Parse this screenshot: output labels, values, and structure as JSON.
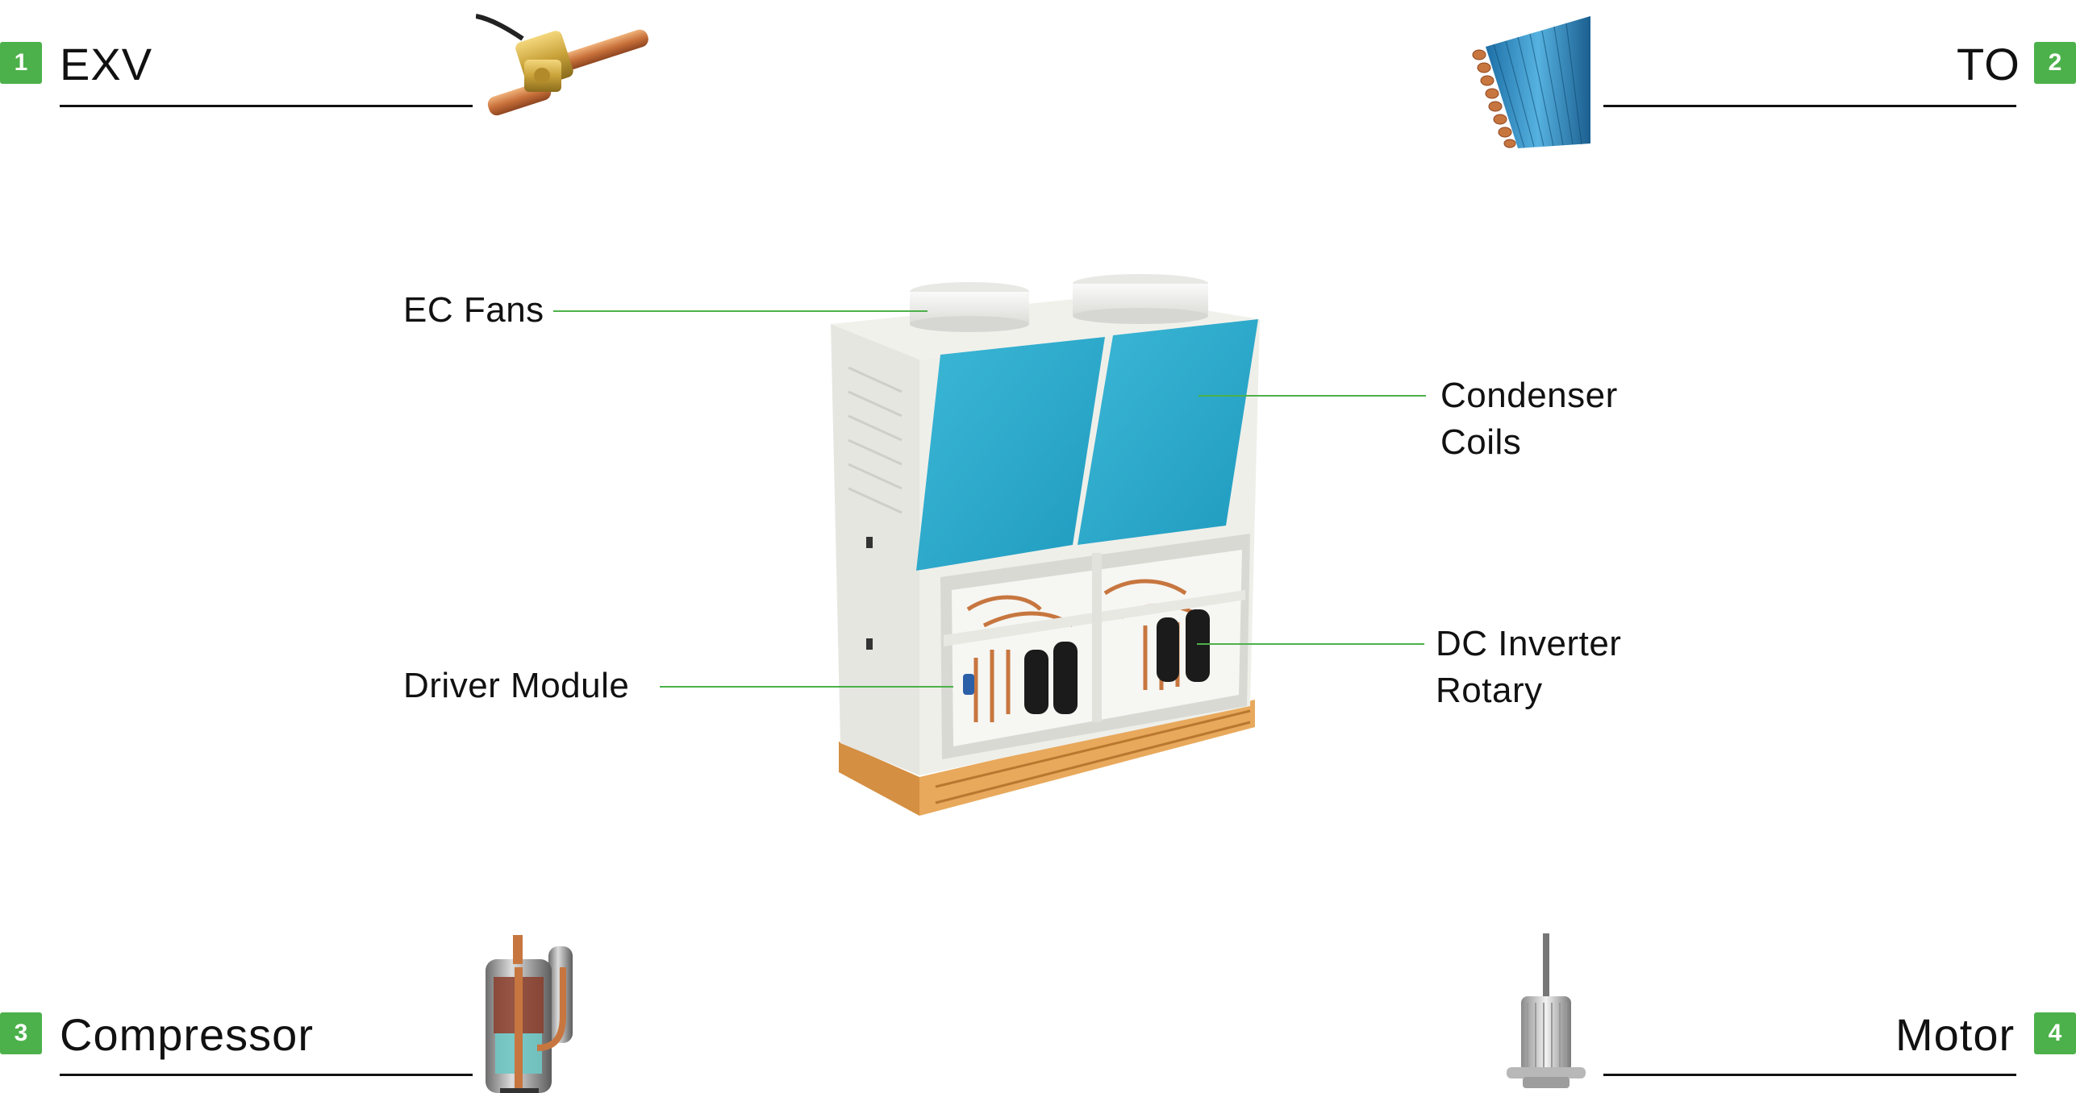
{
  "corners": {
    "top_left": {
      "number": "1",
      "title": "EXV",
      "icon": "expansion-valve-icon"
    },
    "top_right": {
      "number": "2",
      "title": "TO",
      "icon": "heat-exchanger-coil-icon"
    },
    "bottom_left": {
      "number": "3",
      "title": "Compressor",
      "icon": "rotary-compressor-icon"
    },
    "bottom_right": {
      "number": "4",
      "title": "Motor",
      "icon": "fan-motor-icon"
    }
  },
  "callouts": {
    "ec_fans": {
      "line1": "EC Fans"
    },
    "condenser_coils": {
      "line1": "Condenser",
      "line2": "Coils"
    },
    "driver_module": {
      "line1": "Driver Module"
    },
    "dc_inverter": {
      "line1": "DC Inverter",
      "line2": "Rotary"
    }
  },
  "colors": {
    "accent_green": "#4cb14a",
    "coil_blue": "#2aa8c9",
    "cabinet": "#eeeeea",
    "pallet": "#e2a458",
    "copper": "#c7763f"
  }
}
